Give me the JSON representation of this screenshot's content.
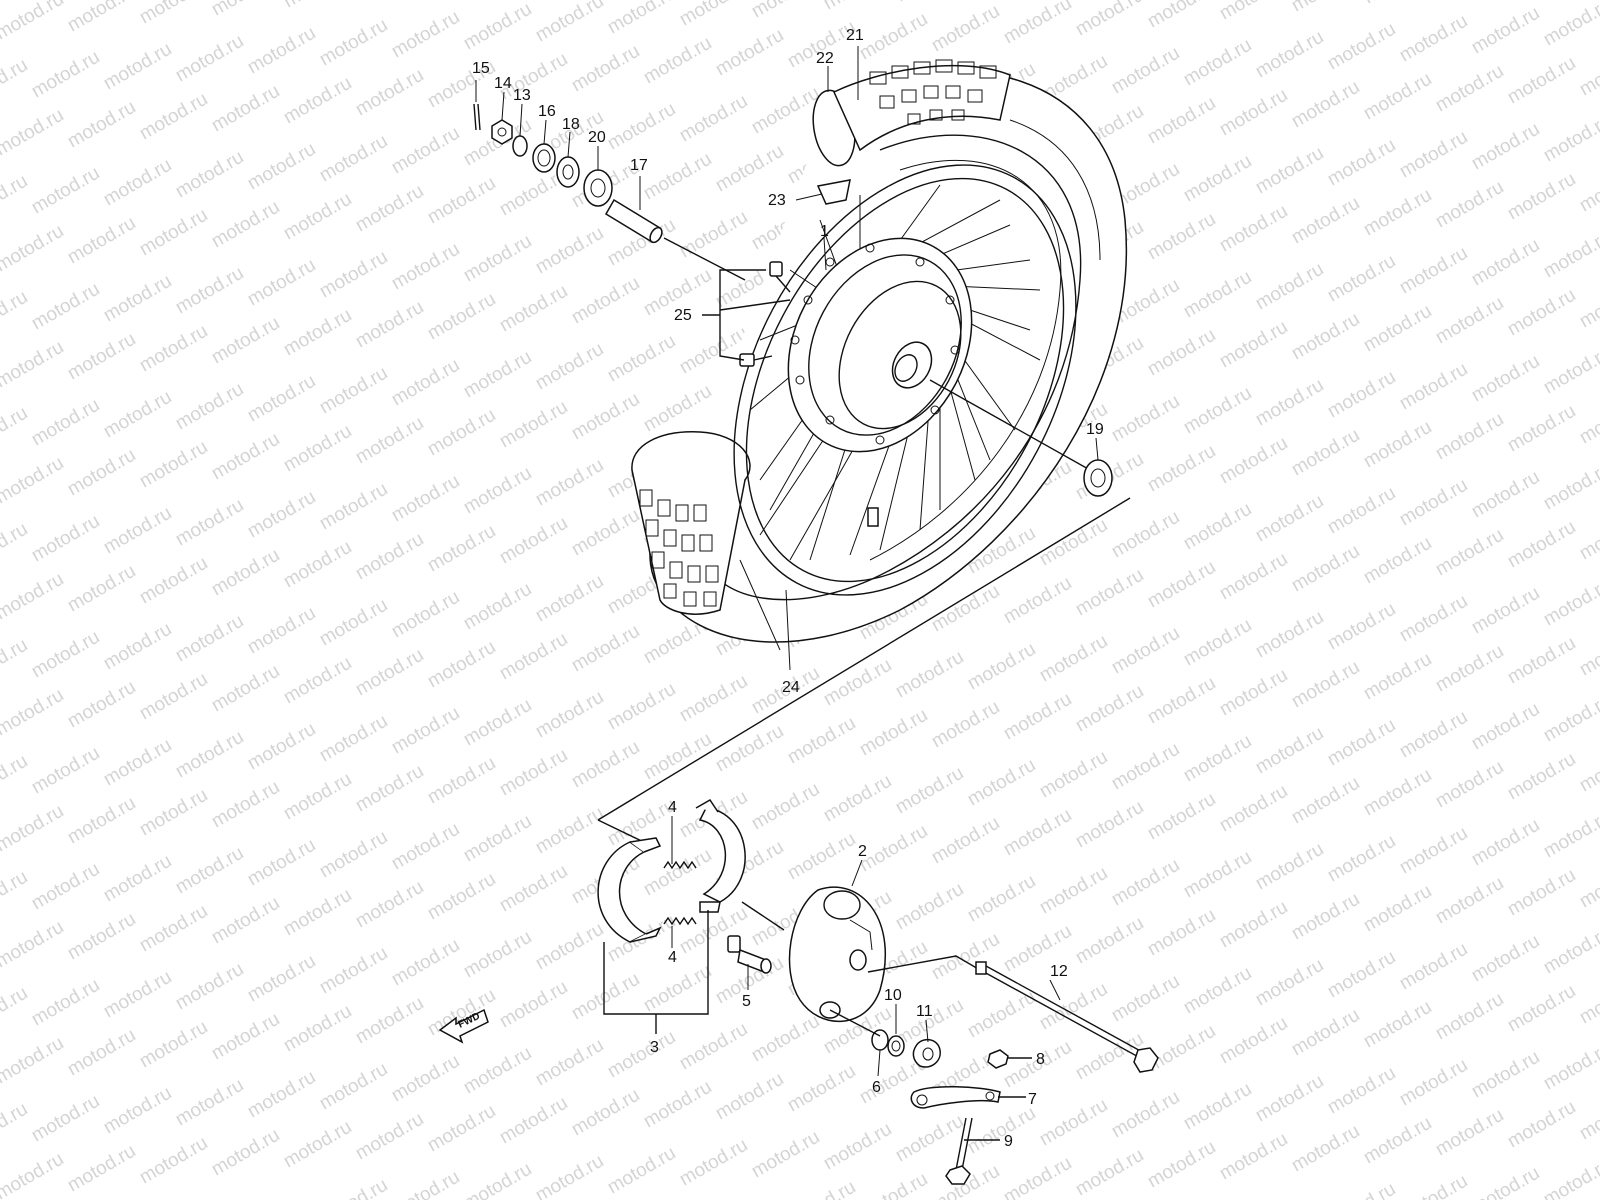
{
  "watermark": "motod.ru",
  "forward_badge": "FWD",
  "callouts": {
    "c1": "1",
    "c2": "2",
    "c3": "3",
    "c4a": "4",
    "c4b": "4",
    "c5": "5",
    "c6": "6",
    "c7": "7",
    "c8": "8",
    "c9": "9",
    "c10": "10",
    "c11": "11",
    "c12": "12",
    "c13": "13",
    "c14": "14",
    "c15": "15",
    "c16": "16",
    "c17": "17",
    "c18": "18",
    "c19": "19",
    "c20": "20",
    "c21": "21",
    "c22": "22",
    "c23": "23",
    "c24": "24",
    "c25": "25"
  },
  "icons": {
    "forward_arrow": "fwd-arrow-icon"
  }
}
